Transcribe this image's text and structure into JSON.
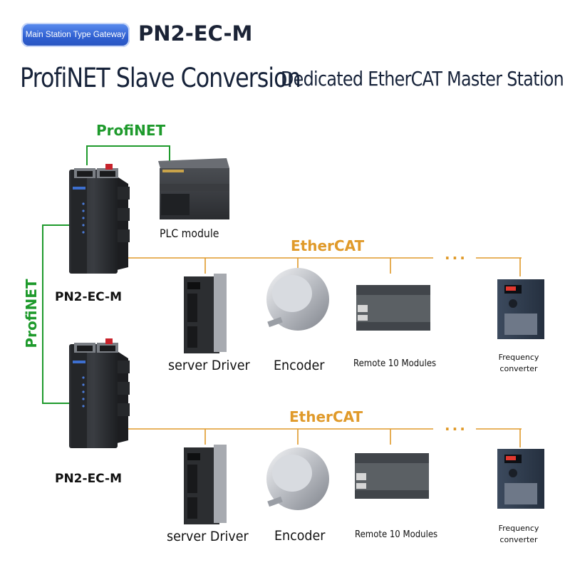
{
  "header": {
    "badge": "Main Station Type Gateway",
    "model": "PN2-EC-M",
    "headline_left": "ProfiNET Slave Conversion",
    "headline_right": "Dedicated EtherCAT Master Station"
  },
  "colors": {
    "profinet": "#1e9a2c",
    "ethercat": "#e09a2a",
    "badge": "#2f5fd0"
  },
  "links": {
    "profinet_top": "ProfiNET",
    "profinet_vertical": "ProfiNET",
    "ethercat_1": "EtherCAT",
    "ethercat_2": "EtherCAT",
    "ellipsis": "···"
  },
  "devices": {
    "plc": "PLC module",
    "gateway_1": "PN2-EC-M",
    "gateway_2": "PN2-EC-M",
    "row1": {
      "servo": "server Driver",
      "encoder": "Encoder",
      "remote": "Remote 10 Modules",
      "freq_1": "Frequency",
      "freq_2": "converter"
    },
    "row2": {
      "servo": "server Driver",
      "encoder": "Encoder",
      "remote": "Remote 10 Modules",
      "freq_1": "Frequency",
      "freq_2": "converter"
    }
  }
}
